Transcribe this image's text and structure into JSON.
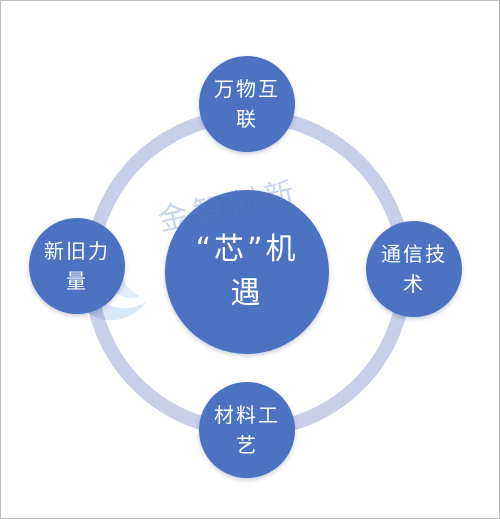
{
  "diagram": {
    "center": "“芯”机遇",
    "nodes": {
      "top": "万物互联",
      "right": "通信技术",
      "bottom": "材料工艺",
      "left": "新旧力量"
    }
  },
  "watermark": {
    "text": "金智创新"
  },
  "colors": {
    "node_fill": "#4b73c2",
    "ring": "#c8cde8",
    "text": "#ffffff"
  }
}
